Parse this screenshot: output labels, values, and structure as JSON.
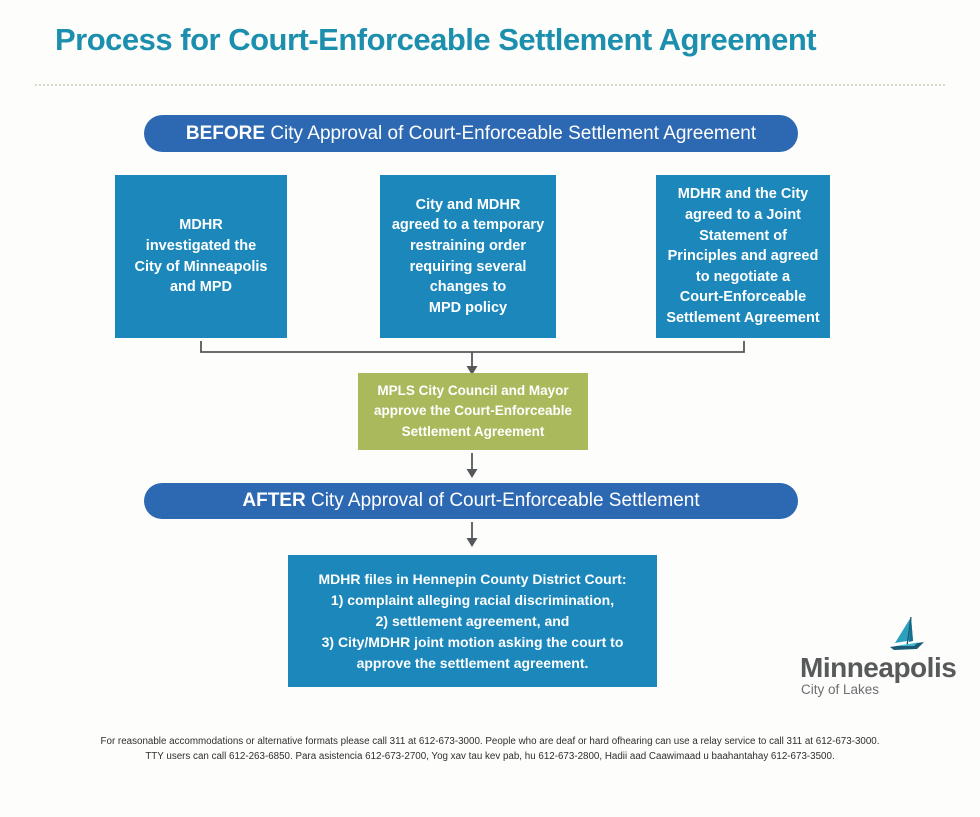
{
  "title": "Process for Court-Enforceable Settlement Agreement",
  "colors": {
    "title_teal": "#1d8fae",
    "banner_blue": "#2d68b2",
    "process_box_blue": "#1b87bb",
    "approval_green": "#a9b95c",
    "connector_gray": "#55585a",
    "logo_gray": "#58595b"
  },
  "before_banner": {
    "bold": "BEFORE",
    "rest": " City Approval of Court-Enforceable Settlement Agreement"
  },
  "after_banner": {
    "bold": "AFTER",
    "rest": " City Approval of Court-Enforceable Settlement"
  },
  "process_boxes": [
    {
      "lines": [
        "MDHR",
        "investigated the",
        "City of Minneapolis",
        "and MPD"
      ]
    },
    {
      "lines": [
        "City and MDHR",
        "agreed to a temporary",
        "restraining order",
        "requiring several",
        "changes to",
        "MPD policy"
      ]
    },
    {
      "lines": [
        "MDHR and the City",
        "agreed to a Joint",
        "Statement of",
        "Principles and agreed",
        "to negotiate a",
        "Court-Enforceable",
        "Settlement Agreement"
      ]
    }
  ],
  "approval_box": {
    "lines": [
      "MPLS City Council and Mayor",
      "approve the Court-Enforceable",
      "Settlement Agreement"
    ]
  },
  "filing_box": {
    "lines": [
      "MDHR files in Hennepin County District Court:",
      "1) complaint alleging racial discrimination,",
      "2) settlement agreement, and",
      "3) City/MDHR joint motion asking the court to",
      "approve the settlement agreement."
    ]
  },
  "logo": {
    "name": "Minneapolis",
    "tagline": "City of Lakes",
    "icon": "sailboat-icon"
  },
  "footer": {
    "line1": "For reasonable accommodations or alternative formats please call 311 at 612-673-3000. People who are deaf or hard ofhearing can use a relay service to call 311 at 612-673-3000.",
    "line2": "TTY users can call 612-263-6850. Para asistencia 612-673-2700, Yog xav tau kev pab, hu 612-673-2800, Hadii aad Caawimaad u baahantahay 612-673-3500."
  }
}
